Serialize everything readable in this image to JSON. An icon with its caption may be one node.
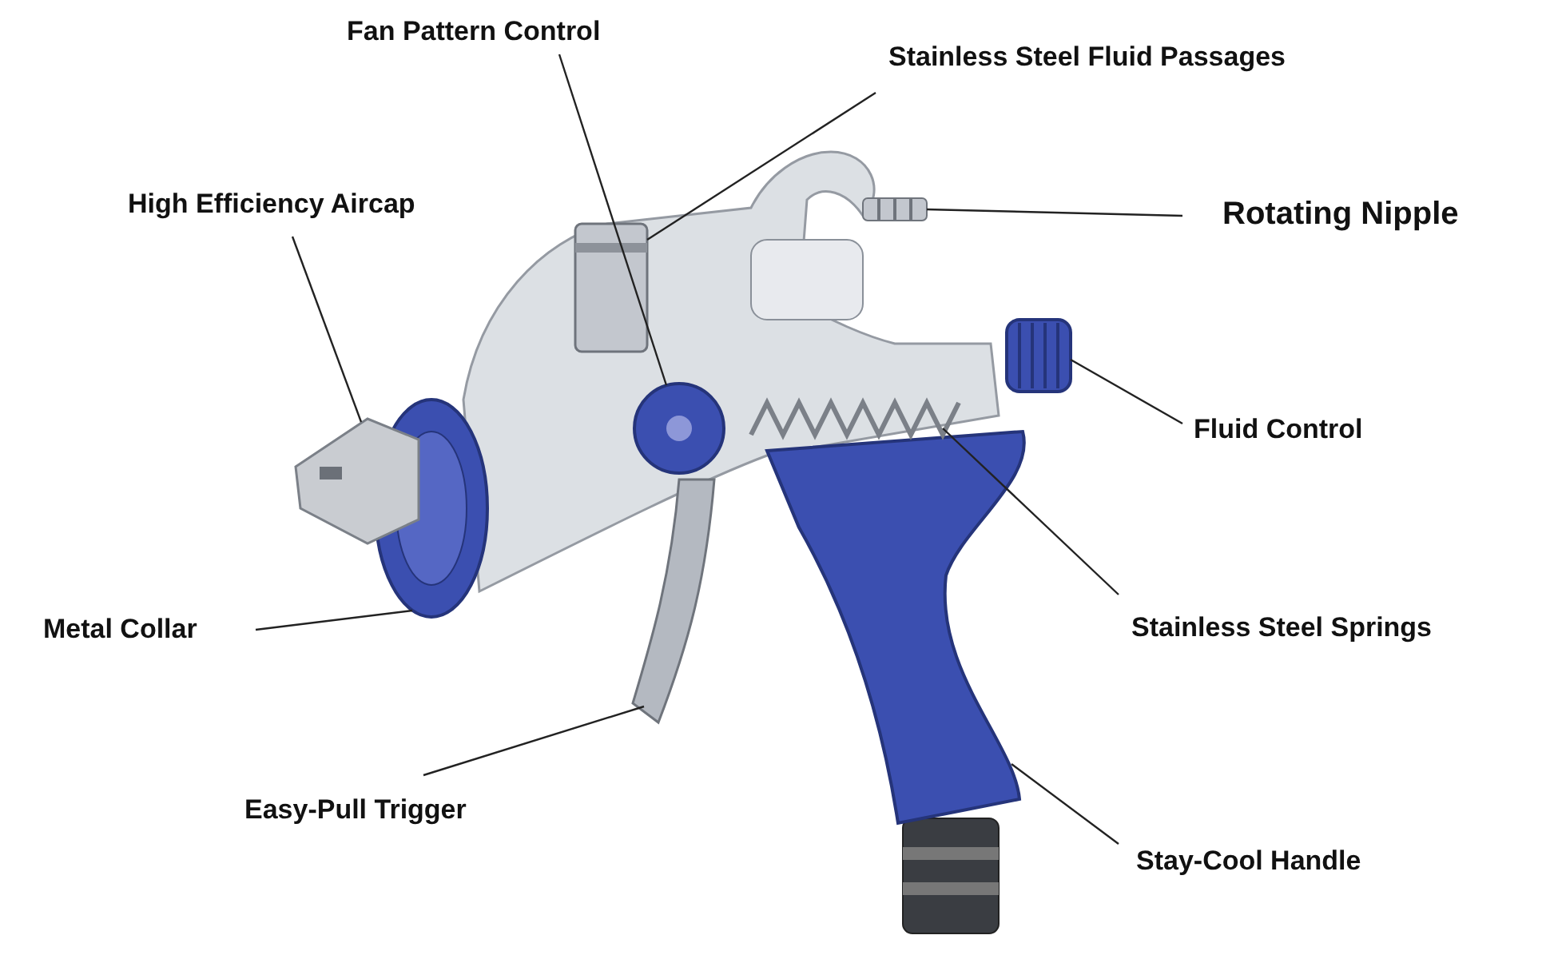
{
  "diagram": {
    "nodes": [
      {
        "text": [
          "Fan Pattern Control"
        ]
      },
      {
        "text": [
          "Stainless Steel Fluid Passages"
        ]
      },
      {
        "text": [
          "High Efficiency Aircap"
        ]
      },
      {
        "text": [
          "Rotating Nipple"
        ]
      },
      {
        "text": [
          "Fluid Control"
        ]
      },
      {
        "text": [
          "Metal Collar"
        ]
      },
      {
        "text": [
          "Stainless Steel Springs"
        ]
      },
      {
        "text": [
          "Easy-Pull Trigger"
        ]
      },
      {
        "text": [
          "Stay-Cool Handle"
        ]
      },
      {
        "text": [],
        "shape": "picture"
      },
      {
        "text": [],
        "shape": "picture"
      },
      {
        "text": [],
        "shape": "picture"
      },
      {
        "text": [],
        "shape": "picture"
      },
      {
        "text": [],
        "shape": "picture"
      },
      {
        "text": [],
        "shape": "picture"
      },
      {
        "text": [],
        "shape": "picture"
      },
      {
        "text": [],
        "shape": "picture"
      },
      {
        "text": [],
        "shape": "picture"
      }
    ],
    "edges": [
      {
        "from": 0,
        "to": 9,
        "arrow": "none"
      },
      {
        "from": 1,
        "to": 10,
        "arrow": "none"
      },
      {
        "from": 2,
        "to": 11,
        "arrow": "none"
      },
      {
        "from": 3,
        "to": 12,
        "arrow": "none"
      },
      {
        "from": 4,
        "to": 13,
        "arrow": "none"
      },
      {
        "from": 5,
        "to": 14,
        "arrow": "none"
      },
      {
        "from": 6,
        "to": 15,
        "arrow": "none"
      },
      {
        "from": 7,
        "to": 16,
        "arrow": "none"
      },
      {
        "from": 8,
        "to": 17,
        "arrow": "none"
      }
    ]
  }
}
